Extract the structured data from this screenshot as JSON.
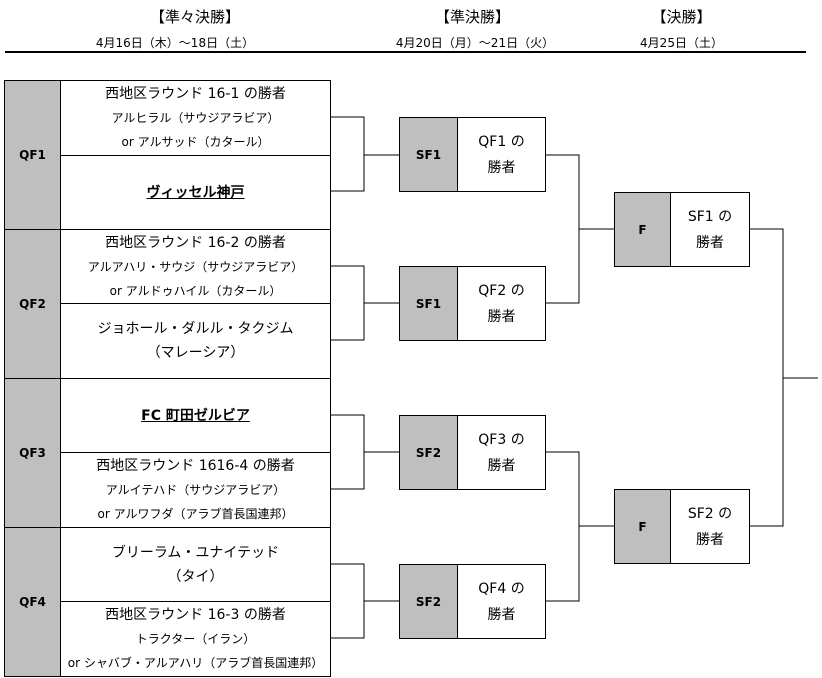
{
  "header": {
    "qf_title": "【準々決勝】",
    "qf_date": "4月16日（木）～18日（土）",
    "sf_title": "【準決勝】",
    "sf_date": "4月20日（月）～21日（火）",
    "f_title": "【決勝】",
    "f_date": "4月25日（土）"
  },
  "qf": [
    {
      "label": "QF1",
      "top": {
        "lines": [
          "西地区ラウンド 16-1 の勝者",
          "アルヒラル（サウジアラビア）",
          "or アルサッド（カタール）"
        ]
      },
      "bottom": {
        "team": "ヴィッセル神戸"
      }
    },
    {
      "label": "QF2",
      "top": {
        "lines": [
          "西地区ラウンド 16-2 の勝者",
          "アルアハリ・サウジ（サウジアラビア）",
          "or アルドゥハイル（カタール）"
        ]
      },
      "bottom": {
        "lines": [
          "ジョホール・ダルル・タクジム",
          "（マレーシア）"
        ]
      }
    },
    {
      "label": "QF3",
      "top": {
        "team": "FC 町田ゼルビア"
      },
      "bottom": {
        "lines": [
          "西地区ラウンド 1616-4 の勝者",
          "アルイテハド（サウジアラビア）",
          "or アルワフダ（アラブ首長国連邦）"
        ]
      }
    },
    {
      "label": "QF4",
      "top": {
        "lines": [
          "ブリーラム・ユナイテッド",
          "（タイ）"
        ]
      },
      "bottom": {
        "lines": [
          "西地区ラウンド 16-3 の勝者",
          "トラクター（イラン）",
          "or シャバブ・アルアハリ（アラブ首長国連邦）"
        ]
      }
    }
  ],
  "sf": [
    {
      "label": "SF1",
      "text": [
        "QF1 の",
        "勝者"
      ]
    },
    {
      "label": "SF1",
      "text": [
        "QF2 の",
        "勝者"
      ]
    },
    {
      "label": "SF2",
      "text": [
        "QF3 の",
        "勝者"
      ]
    },
    {
      "label": "SF2",
      "text": [
        "QF4 の",
        "勝者"
      ]
    }
  ],
  "f": [
    {
      "label": "F",
      "text": [
        "SF1 の",
        "勝者"
      ]
    },
    {
      "label": "F",
      "text": [
        "SF2 の",
        "勝者"
      ]
    }
  ]
}
